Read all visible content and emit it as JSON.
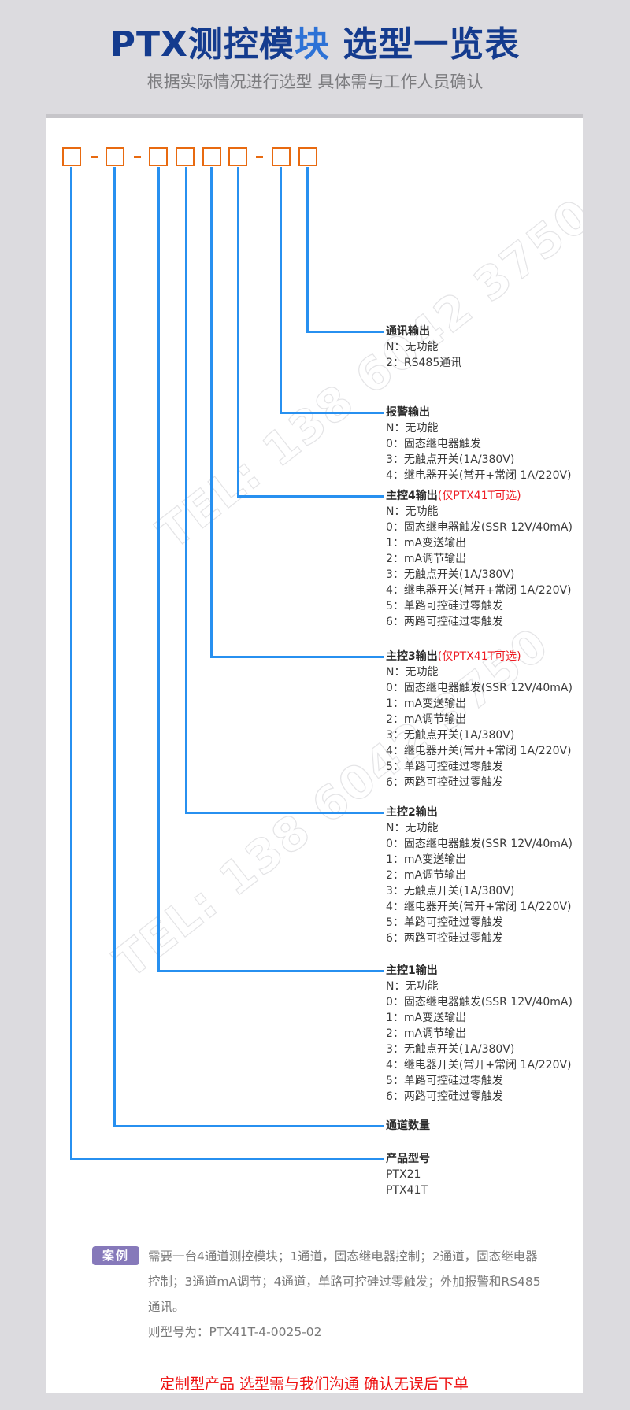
{
  "header": {
    "title_prefix": "PTX测控模",
    "title_highlight": "块",
    "title_suffix": " 选型一览表",
    "subtitle": "根据实际情况进行选型 具体需与工作人员确认"
  },
  "colors": {
    "title": "#143b8e",
    "title_highlight": "#2d72d6",
    "code_box": "#e86a10",
    "connector_line": "#2790f0",
    "red_note": "#ee1c24",
    "case_badge": "#8679ba"
  },
  "code_pattern": {
    "segments": [
      "□",
      "-",
      "□",
      "-",
      "□",
      "□",
      "□",
      "□",
      "-",
      "□",
      "□"
    ]
  },
  "watermark": "TEL: 138 6042 3750",
  "groups": [
    {
      "title": "通讯输出",
      "note": "",
      "options": [
        "N：无功能",
        "2：RS485通讯"
      ]
    },
    {
      "title": "报警输出",
      "note": "",
      "options": [
        "N：无功能",
        "0：固态继电器触发",
        "3：无触点开关(1A/380V)",
        "4：继电器开关(常开+常闭 1A/220V)"
      ]
    },
    {
      "title": "主控4输出",
      "note": "(仅PTX41T可选)",
      "options": [
        "N：无功能",
        "0：固态继电器触发(SSR 12V/40mA)",
        "1：mA变送输出",
        "2：mA调节输出",
        "3：无触点开关(1A/380V)",
        "4：继电器开关(常开+常闭 1A/220V)",
        "5：单路可控硅过零触发",
        "6：两路可控硅过零触发"
      ]
    },
    {
      "title": "主控3输出",
      "note": "(仅PTX41T可选)",
      "options": [
        "N：无功能",
        "0：固态继电器触发(SSR 12V/40mA)",
        "1：mA变送输出",
        "2：mA调节输出",
        "3：无触点开关(1A/380V)",
        "4：继电器开关(常开+常闭 1A/220V)",
        "5：单路可控硅过零触发",
        "6：两路可控硅过零触发"
      ]
    },
    {
      "title": "主控2输出",
      "note": "",
      "options": [
        "N：无功能",
        "0：固态继电器触发(SSR 12V/40mA)",
        "1：mA变送输出",
        "2：mA调节输出",
        "3：无触点开关(1A/380V)",
        "4：继电器开关(常开+常闭 1A/220V)",
        "5：单路可控硅过零触发",
        "6：两路可控硅过零触发"
      ]
    },
    {
      "title": "主控1输出",
      "note": "",
      "options": [
        "N：无功能",
        "0：固态继电器触发(SSR 12V/40mA)",
        "1：mA变送输出",
        "2：mA调节输出",
        "3：无触点开关(1A/380V)",
        "4：继电器开关(常开+常闭 1A/220V)",
        "5：单路可控硅过零触发",
        "6：两路可控硅过零触发"
      ]
    },
    {
      "title": "通道数量",
      "note": "",
      "options": []
    },
    {
      "title": "产品型号",
      "note": "",
      "options": [
        "PTX21",
        "PTX41T"
      ]
    }
  ],
  "case": {
    "badge": "案例",
    "description": "需要一台4通道测控模块；1通道，固态继电器控制；2通道，固态继电器控制；3通道mA调节；4通道，单路可控硅过零触发；外加报警和RS485通讯。",
    "result": "则型号为：PTX41T-4-0025-02"
  },
  "footer_note": "定制型产品  选型需与我们沟通 确认无误后下单"
}
